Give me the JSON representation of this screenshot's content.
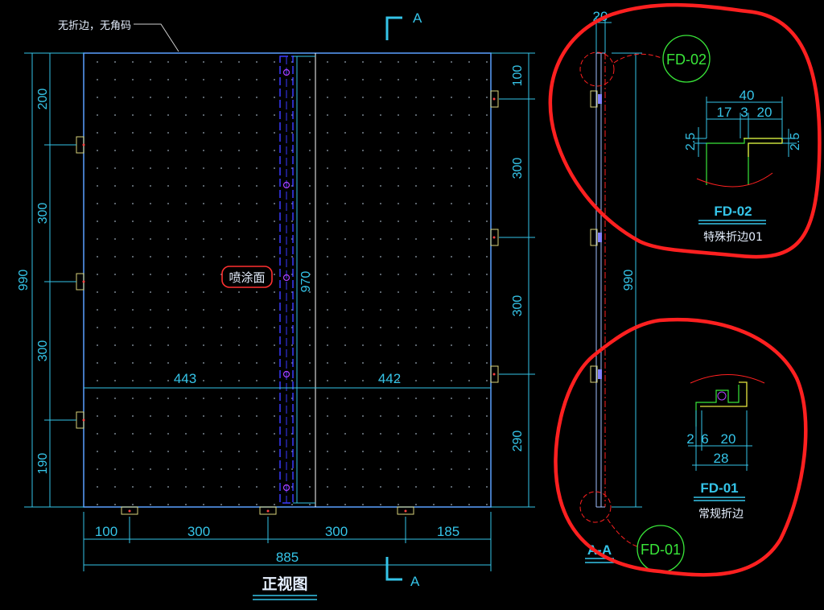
{
  "note": "无折边，无角码",
  "section_marker": "A",
  "front_view": {
    "title": "正视图",
    "spray_label": "喷涂面",
    "height_total": "990",
    "height_inner": "970",
    "left_segments": [
      "200",
      "300",
      "300",
      "190"
    ],
    "right_segments": [
      "100",
      "300",
      "300",
      "290"
    ],
    "split_widths": [
      "443",
      "442"
    ],
    "bottom_segments": [
      "100",
      "300",
      "300",
      "185"
    ],
    "width_total": "885"
  },
  "side_view": {
    "title": "A-A",
    "top_dim": "20",
    "height": "990"
  },
  "detail_fd02": {
    "tag": "FD-02",
    "name": "特殊折边01",
    "dims": {
      "total": "40",
      "a": "17",
      "b": "3",
      "c": "20",
      "left_thick": "2.5",
      "right_thick": "2.5"
    }
  },
  "detail_fd01": {
    "tag": "FD-01",
    "name": "常规折边",
    "dims": {
      "a": "2",
      "b": "6",
      "c": "20",
      "total": "28"
    }
  },
  "colors": {
    "dimension": "#35c4e8",
    "panel_edge": "#5aa0ff",
    "highlight": "#ff2020",
    "detail_tag": "#39e639",
    "text": "#e6f0ff"
  }
}
